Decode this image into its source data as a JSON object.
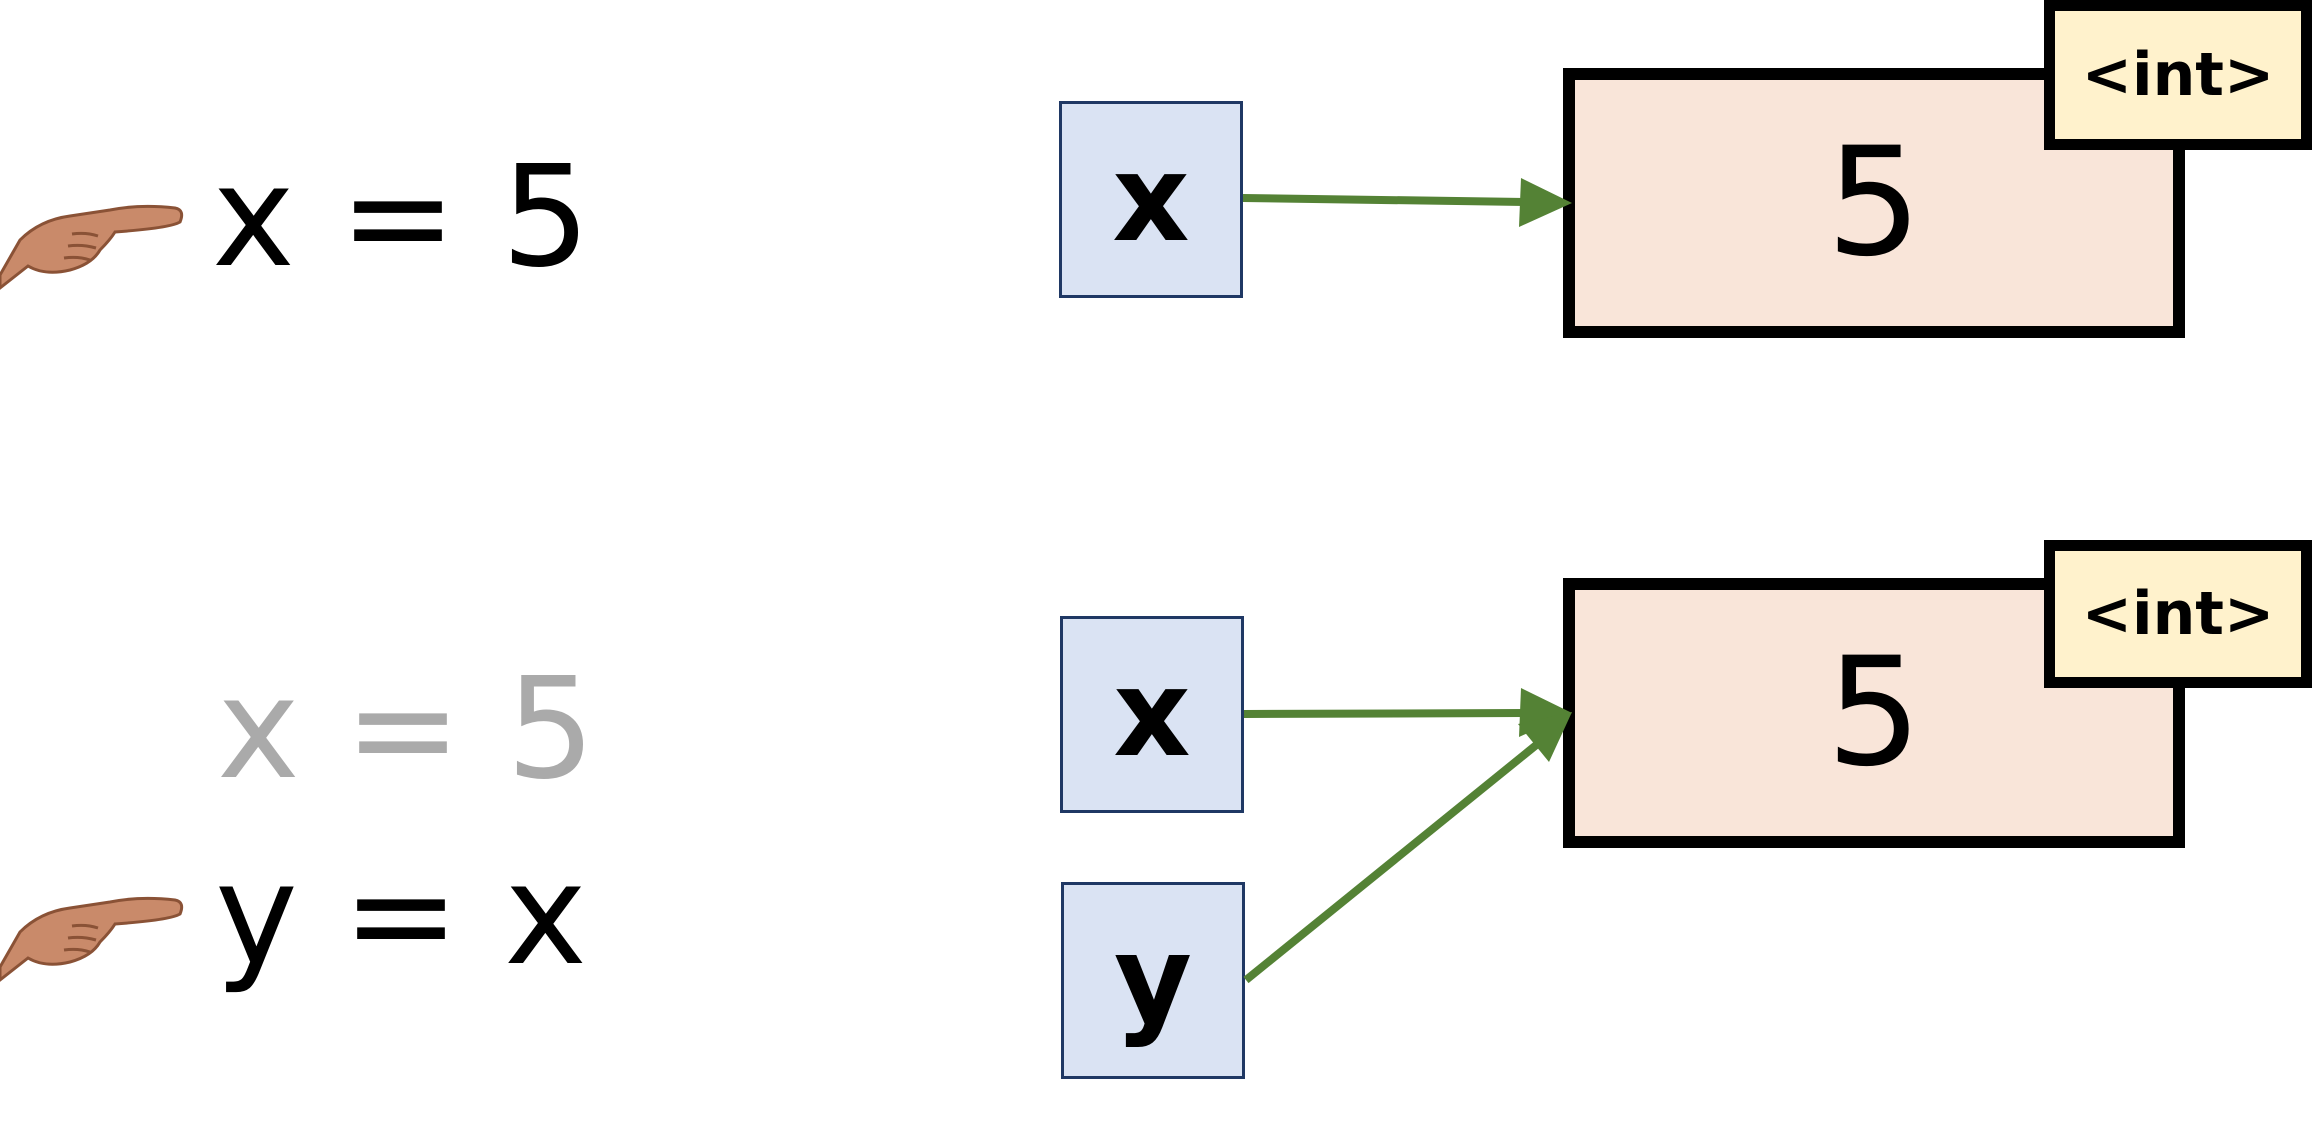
{
  "colors": {
    "variable_fill": "#dae3f3",
    "variable_border": "#1f3864",
    "object_fill": "#f9e5d9",
    "type_tag_fill": "#fff2cc",
    "arrow": "#548235",
    "faded_text": "#aaaaaa",
    "text": "#000000"
  },
  "icons": {
    "pointer": "pointing-hand-icon"
  },
  "panels": [
    {
      "code_lines": [
        {
          "text": "x = 5",
          "state": "current"
        }
      ],
      "variables": [
        {
          "name": "x"
        }
      ],
      "object": {
        "value": "5",
        "type": "<int>"
      }
    },
    {
      "code_lines": [
        {
          "text": "x = 5",
          "state": "previous"
        },
        {
          "text": "y = x",
          "state": "current"
        }
      ],
      "variables": [
        {
          "name": "x"
        },
        {
          "name": "y"
        }
      ],
      "object": {
        "value": "5",
        "type": "<int>"
      }
    }
  ]
}
